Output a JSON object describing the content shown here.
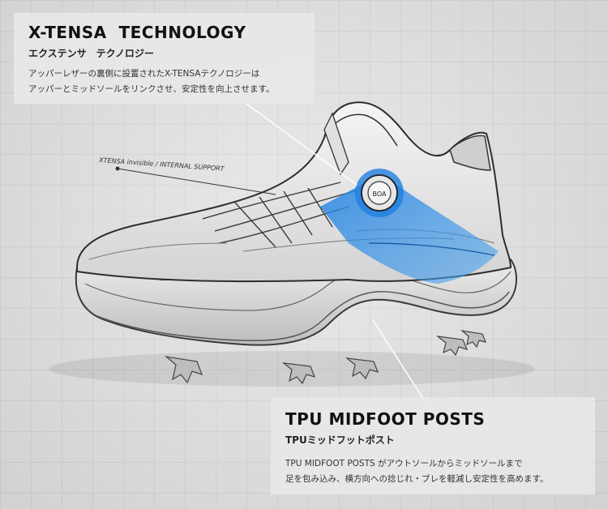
{
  "callouts": {
    "xtensa": {
      "title": "X-TENSA  TECHNOLOGY",
      "subtitle": "エクステンサ　テクノロジー",
      "line1": "アッパーレザーの裏側に設置されたX-TENSAテクノロジーは",
      "line2": "アッパーとミッドソールをリンクさせ、安定性を向上させます。"
    },
    "tpu": {
      "title": "TPU MIDFOOT POSTS",
      "subtitle": "TPUミッドフットポスト",
      "line1": "TPU MIDFOOT POSTS がアウトソールからミッドソールまで",
      "line2": "足を包み込み、横方向への捻じれ・ブレを軽減し安定性を高めます。"
    },
    "sketch_note": "XTENSA invisible / INTERNAL SUPPORT"
  },
  "colors": {
    "highlight": "#2f8ee6",
    "grid_bg": "#e3e3e3"
  }
}
